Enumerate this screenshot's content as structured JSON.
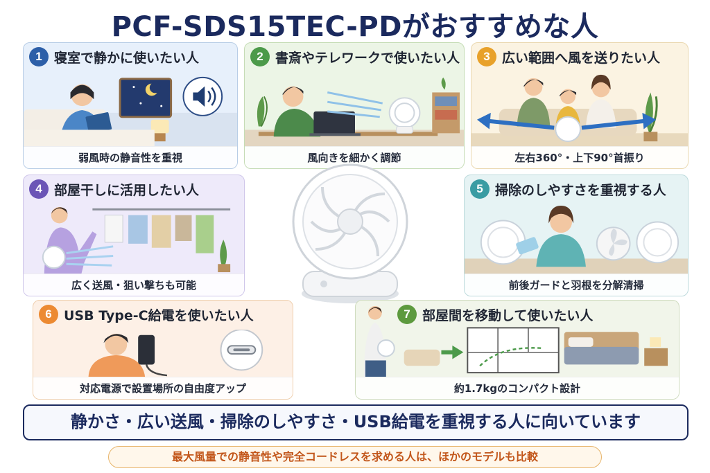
{
  "title": "PCF-SDS15TEC-PDがおすすめな人",
  "cards": [
    {
      "num": "1",
      "heading": "寝室で静かに使いたい人",
      "caption": "弱風時の静音性を重視"
    },
    {
      "num": "2",
      "heading": "書斎やテレワークで使いたい人",
      "caption": "風向きを細かく調節"
    },
    {
      "num": "3",
      "heading": "広い範囲へ風を送りたい人",
      "caption": "左右360°・上下90°首振り"
    },
    {
      "num": "4",
      "heading": "部屋干しに活用したい人",
      "caption": "広く送風・狙い撃ちも可能"
    },
    {
      "num": "5",
      "heading": "掃除のしやすさを重視する人",
      "caption": "前後ガードと羽根を分解清掃"
    },
    {
      "num": "6",
      "heading": "USB Type-C給電を使いたい人",
      "caption": "対応電源で設置場所の自由度アップ"
    },
    {
      "num": "7",
      "heading": "部屋間を移動して使いたい人",
      "caption": "約1.7kgのコンパクト設計"
    }
  ],
  "banner": "静かさ・広い送風・掃除のしやすさ・USB給電を重視する人に向いています",
  "note": "最大風量での静音性や完全コードレスを求める人は、ほかのモデルも比較",
  "colors": {
    "title": "#1b2a5e",
    "card1": "#2d5fa8",
    "card2": "#4c9a4a",
    "card3": "#e8a12a",
    "card4": "#6b55b6",
    "card5": "#3a9ca3",
    "card6": "#ec8a32",
    "card7": "#5d9a3e",
    "note_text": "#c2561a"
  },
  "icons": [
    "speaker-icon",
    "moon-icon",
    "arrow-left-icon",
    "arrow-right-icon",
    "arrow-right-icon",
    "usb-c-port-icon",
    "smartphone-icon"
  ]
}
